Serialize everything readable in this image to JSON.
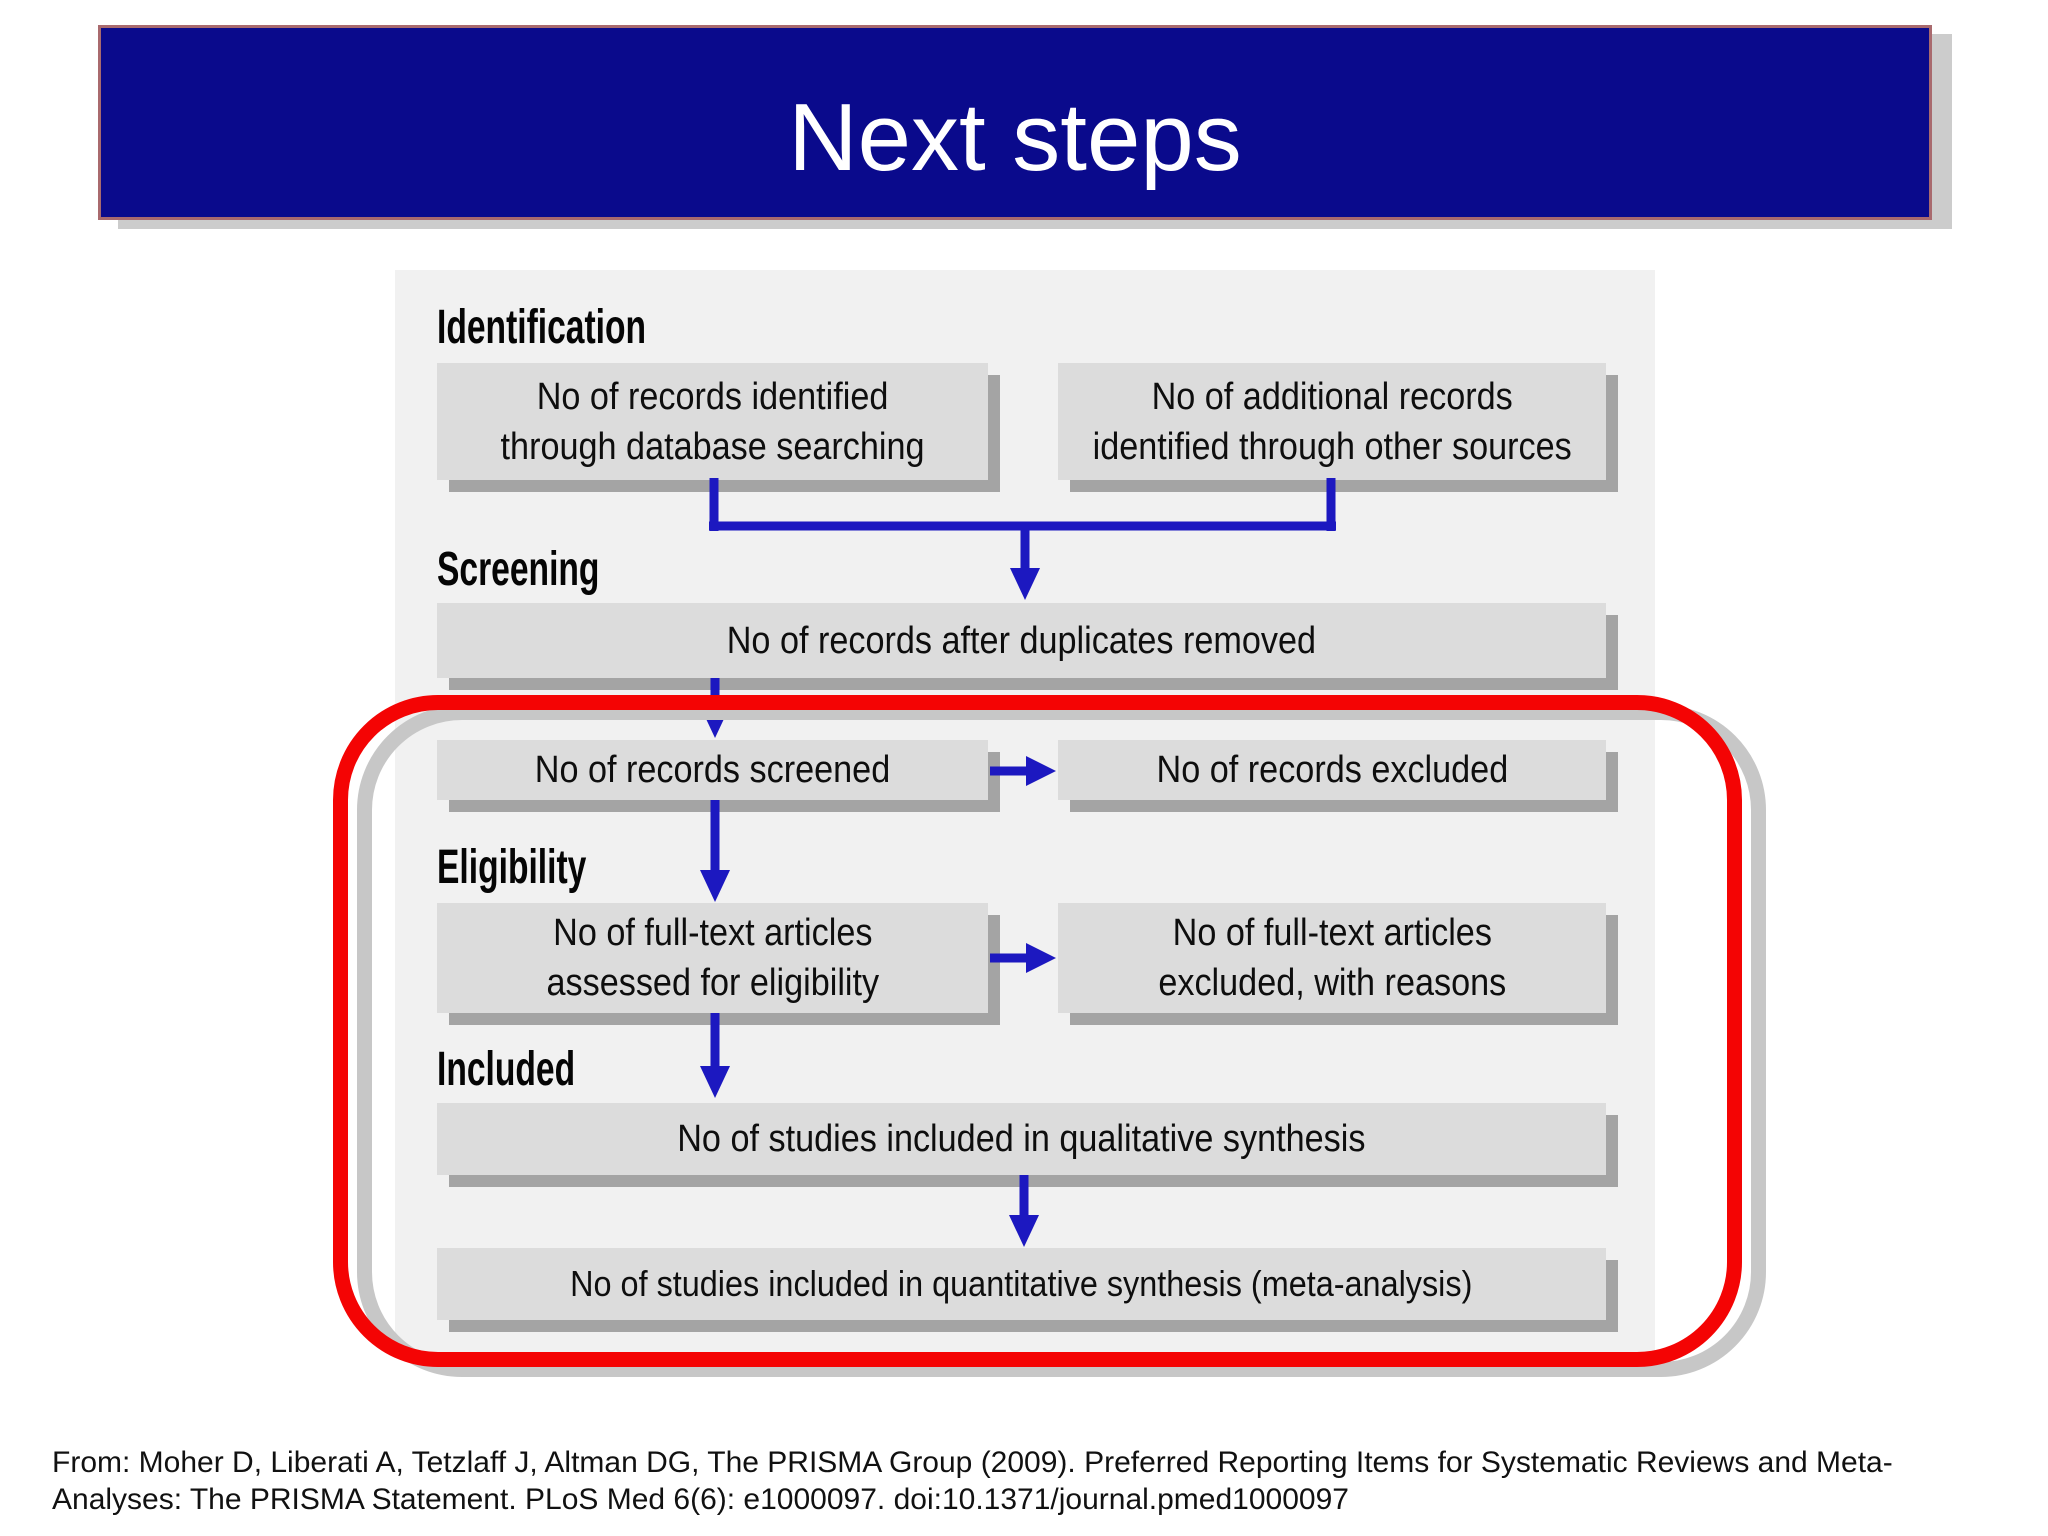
{
  "slide": {
    "title": "Next steps"
  },
  "colors": {
    "navy": "#0a0a8c",
    "banner-border": "#a96a6e",
    "banner-shadow": "#cccccc",
    "panel": "#f1f1f1",
    "boxfill": "#dcdcdc",
    "boxshadow": "#a4a4a4",
    "blue": "#1c18c0",
    "red": "#f40404",
    "red-shadow": "#c7c7c7",
    "ink": "#0c0c0c"
  },
  "diagram": {
    "stages": [
      "Identification",
      "Screening",
      "Eligibility",
      "Included"
    ],
    "boxes": [
      "No of records identified\nthrough database searching",
      "No of additional records\nidentified through other sources",
      "No of records after duplicates removed",
      "No of records screened",
      "No of records excluded",
      "No of full-text articles\nassessed for eligibility",
      "No of full-text articles\nexcluded, with reasons",
      "No of studies included in qualitative synthesis",
      "No of studies included in quantitative synthesis (meta-analysis)"
    ]
  },
  "citation": {
    "line1": "From: Moher D, Liberati A, Tetzlaff J, Altman DG, The PRISMA Group (2009). Preferred Reporting Items for Systematic Reviews and Meta-",
    "line2": "Analyses: The PRISMA Statement. PLoS Med 6(6): e1000097. doi:10.1371/journal.pmed1000097"
  }
}
